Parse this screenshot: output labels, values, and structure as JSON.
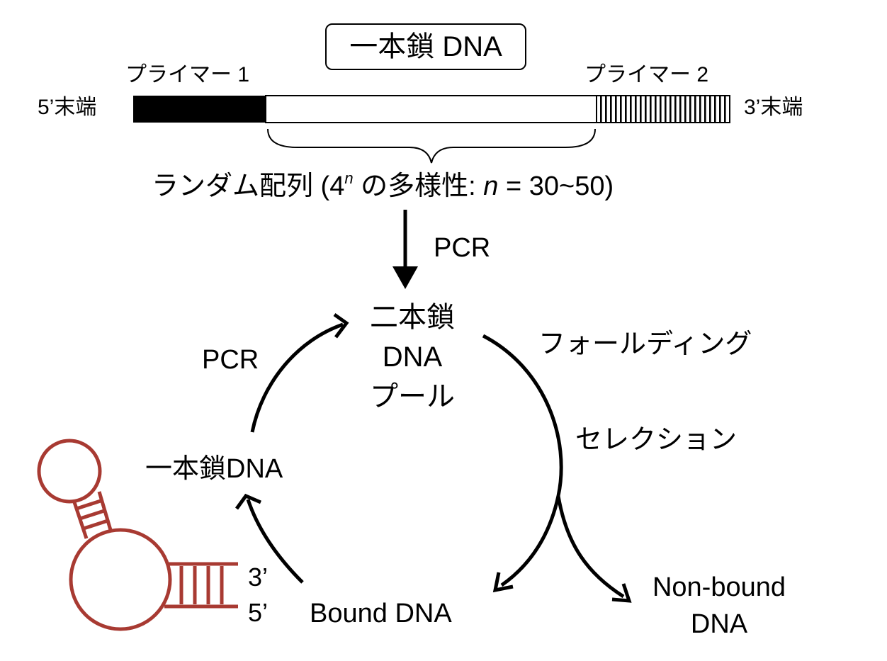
{
  "title": "一本鎖 DNA",
  "primer1": "プライマー 1",
  "primer2": "プライマー 2",
  "end5": "5’末端",
  "end3": "3’末端",
  "random_region": {
    "prefix": "ランダム配列 (4",
    "superscript": "n",
    "middle": " の多様性: ",
    "var": "n",
    "suffix": " = 30~50)"
  },
  "step_pcr_top": "PCR",
  "pool": {
    "line1": "二本鎖",
    "line2": "DNA",
    "line3": "プール"
  },
  "folding": "フォールディング",
  "selection": "セレクション",
  "single_strand": "一本鎖DNA",
  "step_pcr_left": "PCR",
  "bound": "Bound DNA",
  "nonbound": {
    "line1": "Non-bound",
    "line2": "DNA"
  },
  "aptamer_3": "3’",
  "aptamer_5": "5’",
  "colors": {
    "aptamer": "#a83a32",
    "ink": "#000000"
  }
}
